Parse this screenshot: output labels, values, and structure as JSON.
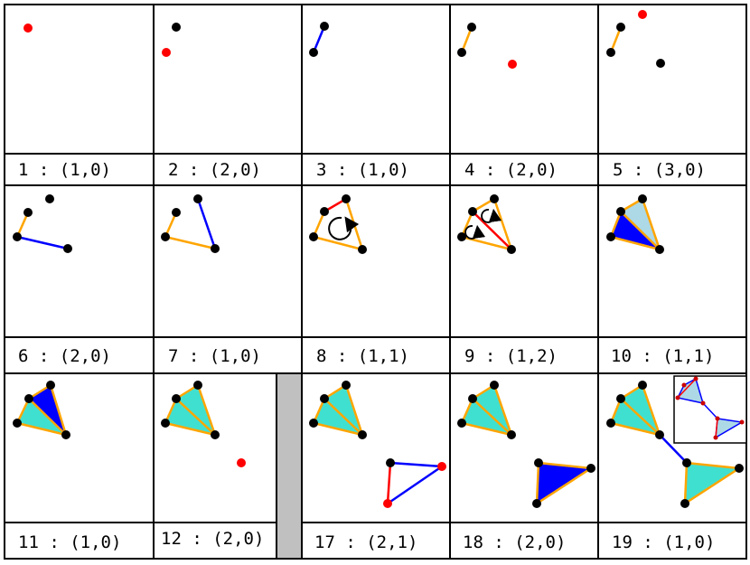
{
  "figure": {
    "panels": [
      {
        "id": 1,
        "caption": "1 : (1,0)"
      },
      {
        "id": 2,
        "caption": "2 : (2,0)"
      },
      {
        "id": 3,
        "caption": "3 : (1,0)"
      },
      {
        "id": 4,
        "caption": "4 : (2,0)"
      },
      {
        "id": 5,
        "caption": "5 : (3,0)"
      },
      {
        "id": 6,
        "caption": "6 : (2,0)"
      },
      {
        "id": 7,
        "caption": "7 : (1,0)"
      },
      {
        "id": 8,
        "caption": "8 : (1,1)"
      },
      {
        "id": 9,
        "caption": "9 : (1,2)"
      },
      {
        "id": 10,
        "caption": "10 : (1,1)"
      },
      {
        "id": 11,
        "caption": "11 : (1,0)"
      },
      {
        "id": 12,
        "caption": "12 : (2,0)"
      },
      {
        "id": 17,
        "caption": "17 : (2,1)"
      },
      {
        "id": 18,
        "caption": "18 : (2,0)"
      },
      {
        "id": 19,
        "caption": "19 : (1,0)"
      }
    ]
  },
  "colors": {
    "border": "#000000",
    "point": "#000000",
    "new_point": "#ff0000",
    "blue_edge": "#0000ff",
    "orange_edge": "#ffa500",
    "red_edge": "#ff0000",
    "filled_face": "#40e0d0",
    "blue_face": "#0000ff",
    "light_face": "#add8e6",
    "gap_bar": "#c0c0c0"
  }
}
